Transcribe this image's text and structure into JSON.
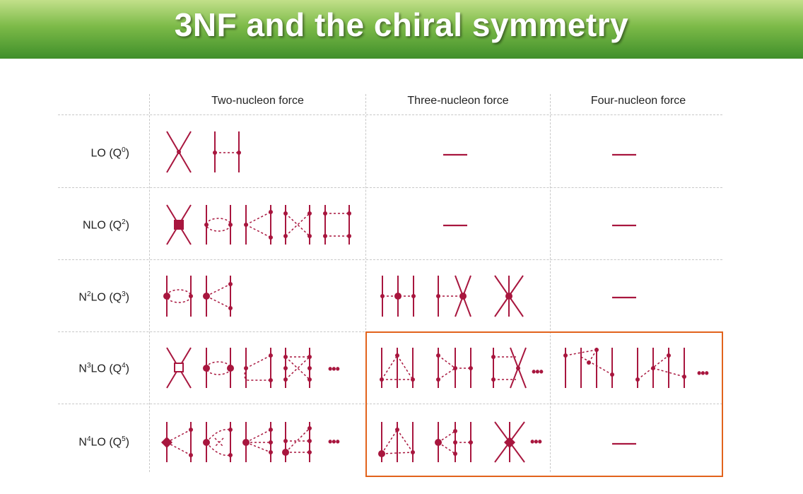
{
  "slide": {
    "title": "3NF and the chiral symmetry",
    "banner_colors": {
      "top": "#c2e08a",
      "bottom": "#3f8f2a"
    },
    "line_color": "#a8163e",
    "highlight_color": "#e2631c"
  },
  "table": {
    "columns": [
      "Two-nucleon force",
      "Three-nucleon force",
      "Four-nucleon force"
    ],
    "rows": [
      {
        "order": "LO",
        "power_base": "Q",
        "power_exp": "0",
        "prefix": "",
        "prefix_exp": ""
      },
      {
        "order": "NLO",
        "power_base": "Q",
        "power_exp": "2",
        "prefix": "",
        "prefix_exp": ""
      },
      {
        "order": "LO",
        "power_base": "Q",
        "power_exp": "3",
        "prefix": "N",
        "prefix_exp": "2"
      },
      {
        "order": "LO",
        "power_base": "Q",
        "power_exp": "4",
        "prefix": "N",
        "prefix_exp": "3"
      },
      {
        "order": "LO",
        "power_base": "Q",
        "power_exp": "5",
        "prefix": "N",
        "prefix_exp": "4"
      }
    ],
    "ellipsis": "•••"
  }
}
